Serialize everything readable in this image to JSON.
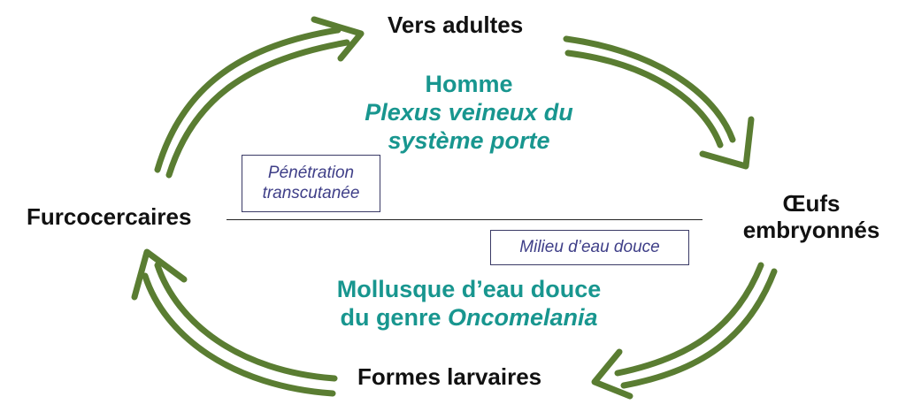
{
  "colors": {
    "arrow": "#5a7d32",
    "host_text": "#18968f",
    "route_text": "#3f3f88",
    "stage_text": "#111111"
  },
  "stages": {
    "adult_worms": "Vers adultes",
    "embryonated_eggs_line1": "Œufs",
    "embryonated_eggs_line2": "embryonnés",
    "larval_forms": "Formes larvaires",
    "furcocercariae": "Furcocercaires"
  },
  "definitive_host": {
    "line1": "Homme",
    "line2": "Plexus veineux du",
    "line3": "système porte"
  },
  "intermediate_host": {
    "line1": "Mollusque d’eau douce",
    "line2_prefix": "du genre ",
    "line2_genus": "Oncomelania"
  },
  "routes": {
    "penetration_line1": "Pénétration",
    "penetration_line2": "transcutanée",
    "freshwater": "Milieu d’eau douce"
  }
}
